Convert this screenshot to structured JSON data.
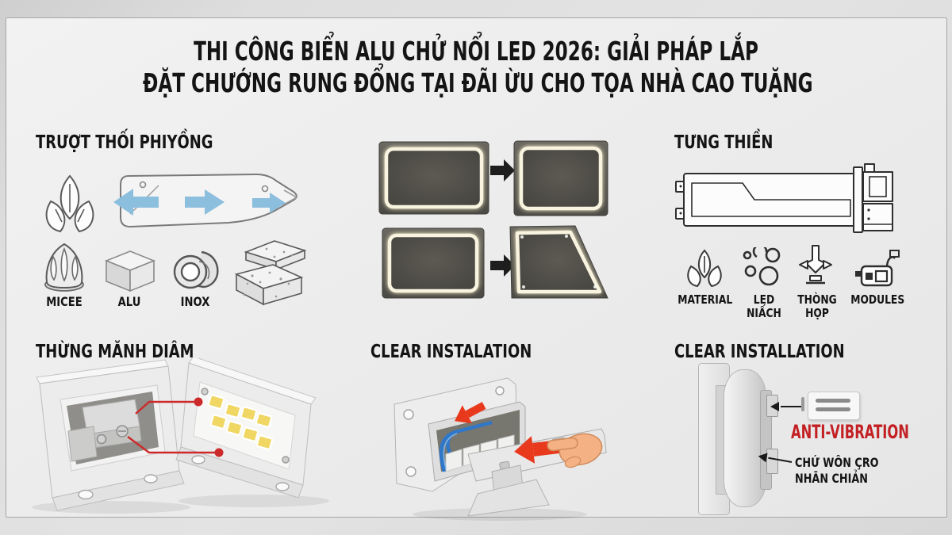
{
  "title": {
    "line1": "THI CÔNG BIỂN ALU CHỬ NỔI LED 2026: GIẢI PHÁP LẮP",
    "line2": "ĐẶT CHƯỚNG RUNG ĐỔNG TẠI ĐÃI ỪU CHO TỌA NHÀ CAO TUẶNG"
  },
  "sections": {
    "sliding": {
      "heading": "TRƯỢT THỐI PHIYỒNG",
      "material_labels": [
        "MICEE",
        "ALU",
        "INOX"
      ]
    },
    "structure": {
      "heading": "TƯNG THIỀN",
      "features": [
        {
          "line1": "MATERIAL",
          "line2": ""
        },
        {
          "line1": "LED",
          "line2": "NIẤCH"
        },
        {
          "line1": "THÒNG",
          "line2": "HỌP"
        },
        {
          "line1": "MODULES",
          "line2": ""
        }
      ]
    },
    "module": {
      "heading": "THỪNG MĂNH DIÂM"
    },
    "installation": {
      "heading": "CLEAR INSTALATION"
    },
    "anti_vibration": {
      "heading": "CLEAR INSTALLATION",
      "label": "ANTI-VIBRATION",
      "note_line1": "CHỨ WÔN ÇRO",
      "note_line2": "NHĀN CHIẢN"
    }
  },
  "colors": {
    "accent_red": "#c32024",
    "callout_red": "#cc2a2a",
    "arrow_red": "#e8391d",
    "arrow_blue": "#8cbede",
    "led_glow": "#f8f4e0",
    "panel_dark": "#504e48",
    "background": "#e8e8e8"
  }
}
